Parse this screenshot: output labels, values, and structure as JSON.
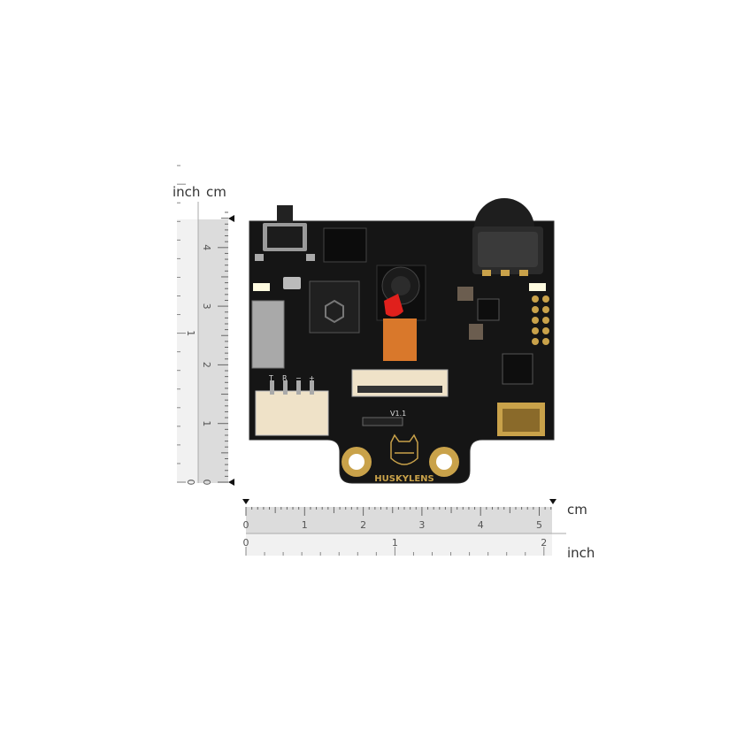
{
  "vertical_ruler": {
    "unit_inch": "inch",
    "unit_cm": "cm",
    "cm_labels": [
      "0",
      "1",
      "2",
      "3",
      "4"
    ],
    "inch_labels": [
      "0",
      "1"
    ]
  },
  "horizontal_ruler": {
    "unit_cm": "cm",
    "unit_inch": "inch",
    "cm_labels": [
      "0",
      "1",
      "2",
      "3",
      "4",
      "5"
    ],
    "inch_labels": [
      "0",
      "1",
      "2"
    ]
  },
  "board": {
    "brand": "HUSKYLENS",
    "version": "V1.1",
    "pin_labels": [
      "T",
      "R",
      "−",
      "+"
    ],
    "colors": {
      "pcb": "#151515",
      "gold": "#c9a24a",
      "lens_cap": "#e0201c",
      "ribbon": "#d9782b",
      "connector": "#efe2c8"
    }
  }
}
